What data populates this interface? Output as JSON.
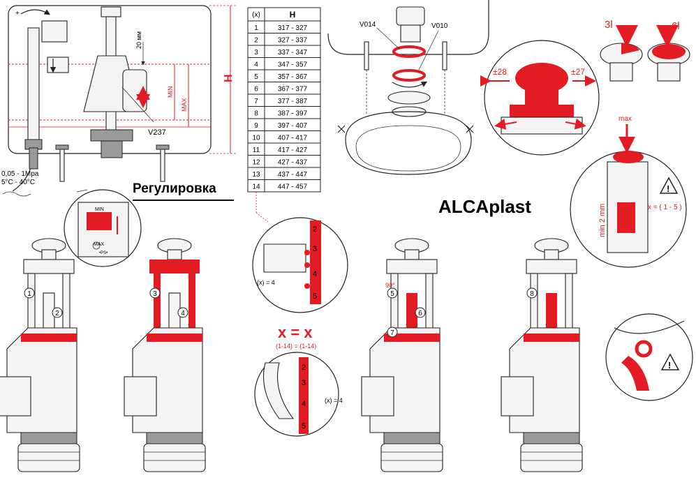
{
  "brand": "ALCAplast",
  "heading_adjust": "Регулировка",
  "pressure": {
    "line1": "0,05 - 1Mpa",
    "line2": "5°C - 40°C"
  },
  "tank": {
    "height_label": "H",
    "min_label": "MIN",
    "max_label": "MAX",
    "gap_label": "20 мм",
    "valve_code": "V237"
  },
  "table": {
    "col_x": "(x)",
    "col_h": "H",
    "rows": [
      [
        "1",
        "317 - 327"
      ],
      [
        "2",
        "327 - 337"
      ],
      [
        "3",
        "337 - 347"
      ],
      [
        "4",
        "347 - 357"
      ],
      [
        "5",
        "357 - 367"
      ],
      [
        "6",
        "367 - 377"
      ],
      [
        "7",
        "377 - 387"
      ],
      [
        "8",
        "387 - 397"
      ],
      [
        "9",
        "397 - 407"
      ],
      [
        "10",
        "407 - 417"
      ],
      [
        "11",
        "417 - 427"
      ],
      [
        "12",
        "427 - 437"
      ],
      [
        "13",
        "437 - 447"
      ],
      [
        "14",
        "447 - 457"
      ]
    ]
  },
  "seat": {
    "gasket_top": "V014",
    "gasket_bottom": "V010"
  },
  "flush": {
    "small": "3l",
    "large": "6l"
  },
  "button_adjust": {
    "left": "±28",
    "right": "±27"
  },
  "min_detail": {
    "max": "max",
    "min_gap": "min 2 mm",
    "range": "x = ( 1 - 5 )"
  },
  "scale_detail": {
    "min": "MIN",
    "max": "MAX",
    "ps": "•PS•"
  },
  "notch_detail": {
    "x_eq": "(x) = 4"
  },
  "equality": {
    "main": "x = x",
    "sub": "(1-14) = (1-14)"
  },
  "angle": "90°",
  "steps": [
    "1",
    "2",
    "3",
    "4",
    "5",
    "6",
    "7",
    "8"
  ],
  "notch_numbers": [
    "2",
    "3",
    "4",
    "5"
  ],
  "warning_mark": "!",
  "colors": {
    "accent": "#e31b23",
    "line": "#222222"
  }
}
